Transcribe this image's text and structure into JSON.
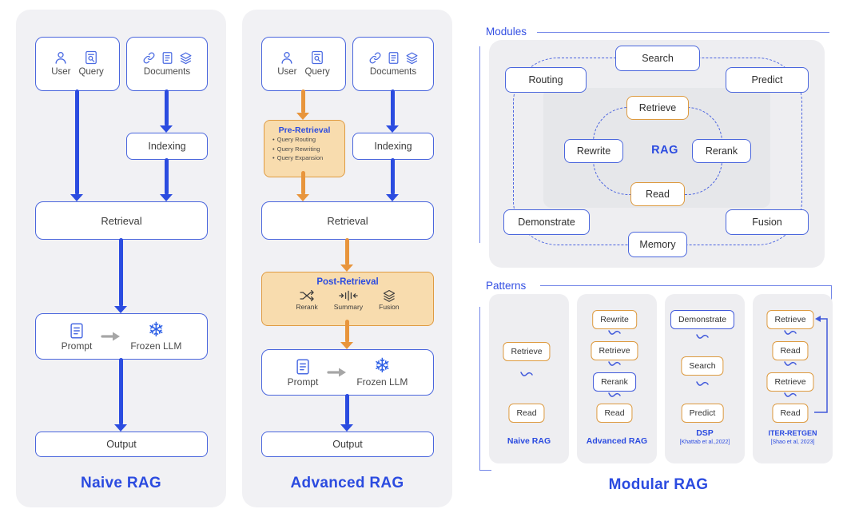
{
  "colors": {
    "blue": "#2b4ce0",
    "orange": "#e8953c",
    "panel_gray": "#f1f1f4",
    "box_fill_orange": "#f8dcae"
  },
  "glyphs": {
    "snowflake": "❄"
  },
  "icons": {
    "user_query_box": [
      "user-icon",
      "document-search-icon"
    ],
    "documents_box": [
      "link-icon",
      "document-icon",
      "layers-icon"
    ],
    "prompt": "document-icon",
    "frozen_llm": "snowflake-icon",
    "post_retrieval": [
      "shuffle-icon",
      "compress-icon",
      "stack-icon"
    ]
  },
  "naive": {
    "title": "Naive RAG",
    "user_label": "User",
    "query_label": "Query",
    "documents_label": "Documents",
    "indexing_label": "Indexing",
    "retrieval_label": "Retrieval",
    "prompt_label": "Prompt",
    "frozen_llm_label": "Frozen LLM",
    "output_label": "Output"
  },
  "advanced": {
    "title": "Advanced RAG",
    "user_label": "User",
    "query_label": "Query",
    "documents_label": "Documents",
    "indexing_label": "Indexing",
    "retrieval_label": "Retrieval",
    "pre_retrieval": {
      "title": "Pre-Retrieval",
      "items": [
        "Query Routing",
        "Query Rewriting",
        "Query Expansion"
      ]
    },
    "post_retrieval": {
      "title": "Post-Retrieval",
      "rerank_label": "Rerank",
      "summary_label": "Summary",
      "fusion_label": "Fusion"
    },
    "prompt_label": "Prompt",
    "frozen_llm_label": "Frozen LLM",
    "output_label": "Output"
  },
  "modular": {
    "title": "Modular RAG",
    "modules_label": "Modules",
    "patterns_label": "Patterns",
    "modules": {
      "search": "Search",
      "routing": "Routing",
      "predict": "Predict",
      "retrieve": "Retrieve",
      "rewrite": "Rewrite",
      "rag": "RAG",
      "rerank": "Rerank",
      "read": "Read",
      "demonstrate": "Demonstrate",
      "fusion": "Fusion",
      "memory": "Memory"
    },
    "patterns": [
      {
        "name": "Naive RAG",
        "citation": "",
        "steps": [
          "Retrieve",
          "Read"
        ]
      },
      {
        "name": "Advanced RAG",
        "citation": "",
        "steps": [
          "Rewrite",
          "Retrieve",
          "Rerank",
          "Read"
        ]
      },
      {
        "name": "DSP",
        "citation": "[Khattab et al.,2022]",
        "steps": [
          "Demonstrate",
          "Search",
          "Predict"
        ]
      },
      {
        "name": "ITER-RETGEN",
        "citation": "[Shao et al, 2023]",
        "steps": [
          "Retrieve",
          "Read",
          "Retrieve",
          "Read"
        ]
      }
    ]
  }
}
